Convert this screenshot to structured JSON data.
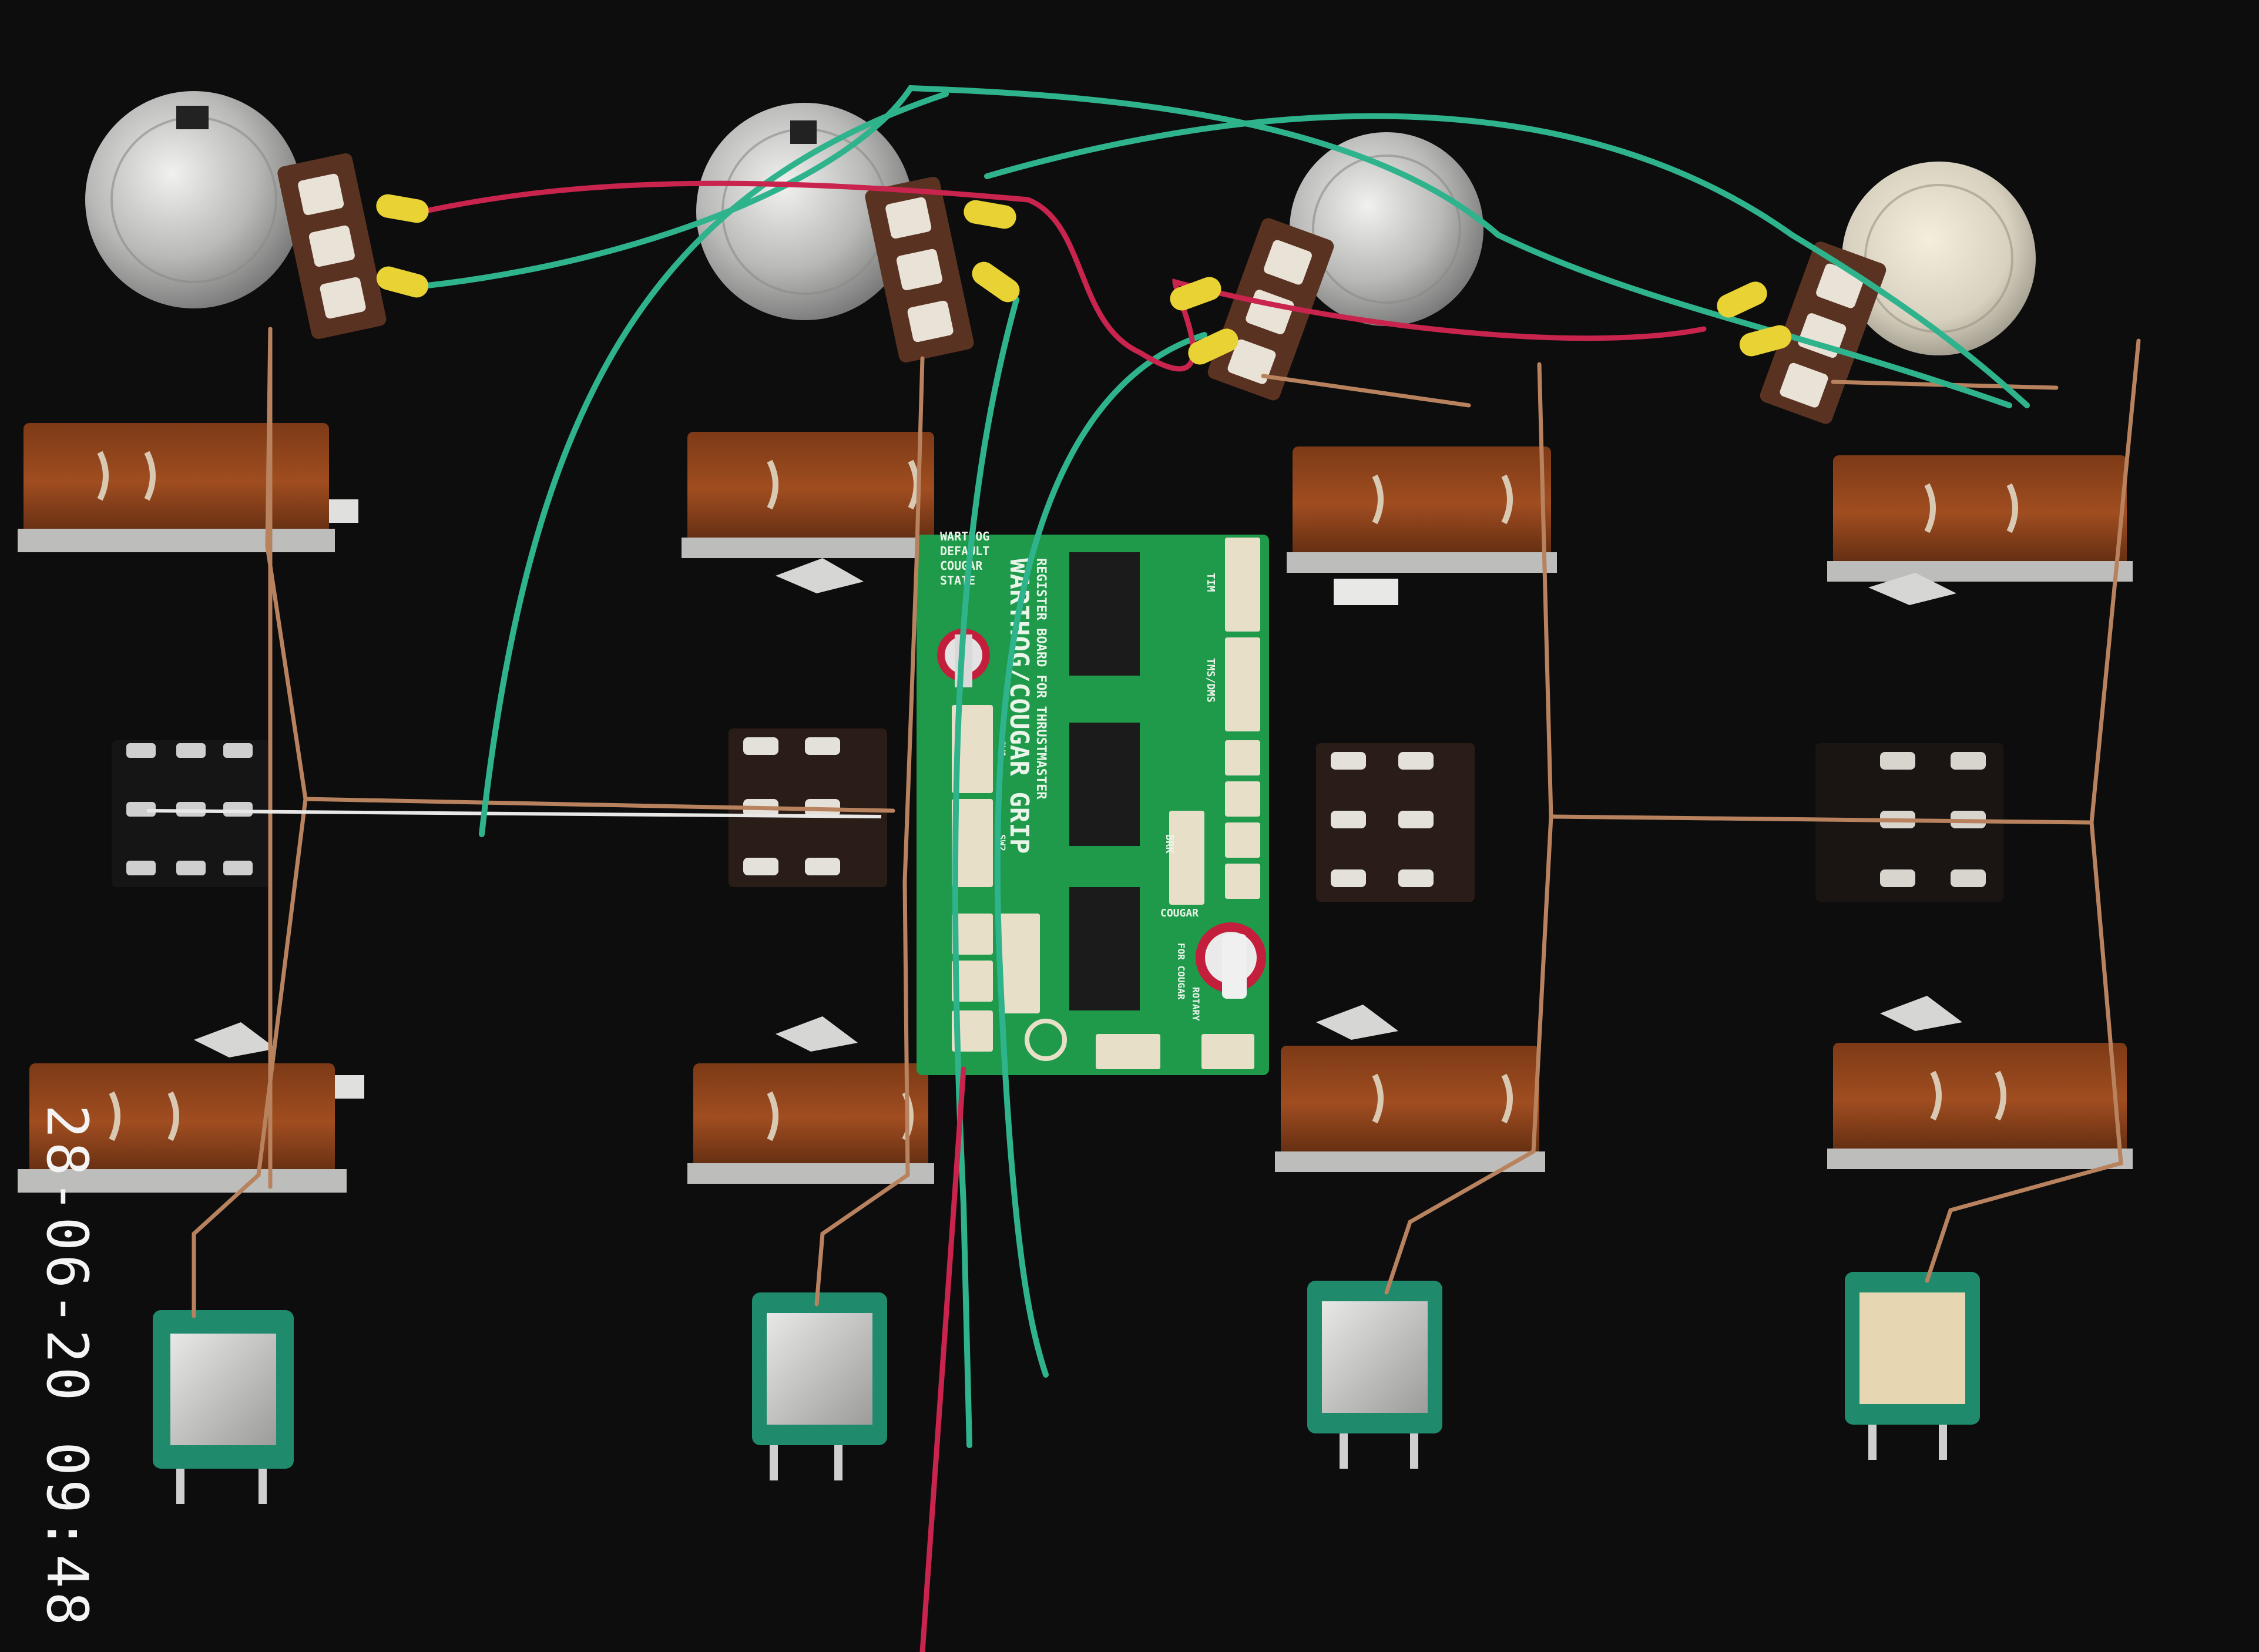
{
  "photo": {
    "timestamp": "28-06-20 09:48",
    "background_color": "#0d0d0e"
  },
  "pcb": {
    "title_line1": "REGISTER BOARD FOR THRUSTMASTER",
    "title_line2": "WARTHOG/COUGAR GRIP",
    "mode_labels": [
      "WARTHOG",
      "DEFAULT",
      "COUGAR",
      "STATE"
    ],
    "connector_labels": [
      "TIM",
      "TMS/DMS",
      "BRK",
      "COUGAR",
      "FOR COUGAR",
      "ROTARY",
      "SW1",
      "SW2"
    ],
    "board_color": "#1f9a4a",
    "ic_count": 3
  },
  "components": {
    "potentiometers": 4,
    "slide_switches": 8,
    "pushbutton_switches": 4,
    "rotary_encoders": 4
  },
  "wire_colors": {
    "green": "#2fb38c",
    "red": "#c8244e",
    "copper": "#b8825e",
    "yellow_sleeve": "#e8d234"
  }
}
